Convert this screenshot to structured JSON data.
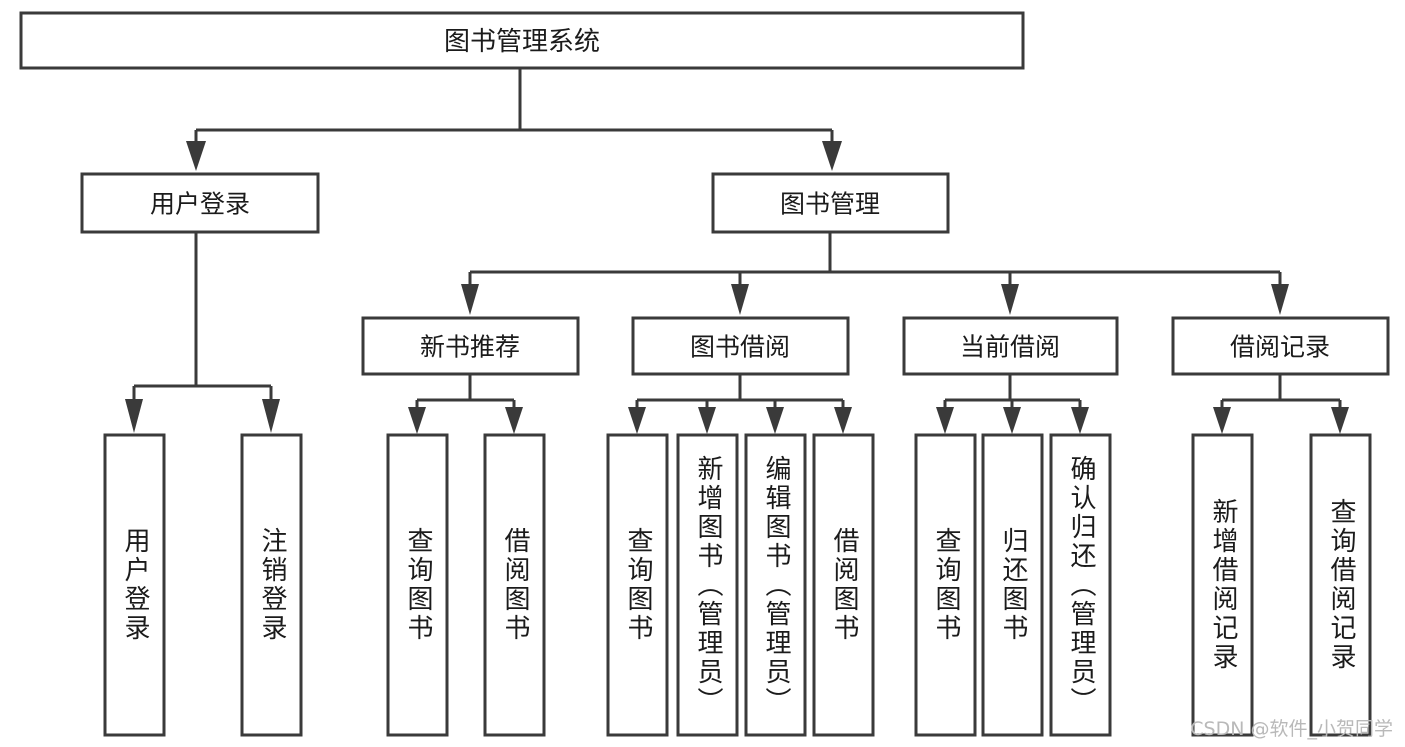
{
  "diagram": {
    "type": "tree-hierarchy-flowchart",
    "orientation": "top-down",
    "root": {
      "id": "root",
      "label": "图书管理系统",
      "text_direction": "horizontal"
    },
    "level2": [
      {
        "id": "user-login",
        "label": "用户登录",
        "text_direction": "horizontal"
      },
      {
        "id": "book-manage",
        "label": "图书管理",
        "text_direction": "horizontal"
      }
    ],
    "level3": [
      {
        "id": "new-book-recommend",
        "label": "新书推荐",
        "text_direction": "horizontal",
        "parent": "book-manage"
      },
      {
        "id": "book-borrow",
        "label": "图书借阅",
        "text_direction": "horizontal",
        "parent": "book-manage"
      },
      {
        "id": "current-borrow",
        "label": "当前借阅",
        "text_direction": "horizontal",
        "parent": "book-manage"
      },
      {
        "id": "borrow-record",
        "label": "借阅记录",
        "text_direction": "horizontal",
        "parent": "book-manage"
      }
    ],
    "leaves": [
      {
        "id": "leaf-user-login",
        "label": "用户登录",
        "parent": "user-login",
        "text_direction": "vertical"
      },
      {
        "id": "leaf-user-logout",
        "label": "注销登录",
        "parent": "user-login",
        "text_direction": "vertical"
      },
      {
        "id": "leaf-query-book-1",
        "label": "查询图书",
        "parent": "new-book-recommend",
        "text_direction": "vertical"
      },
      {
        "id": "leaf-borrow-book-1",
        "label": "借阅图书",
        "parent": "new-book-recommend",
        "text_direction": "vertical"
      },
      {
        "id": "leaf-query-book-2",
        "label": "查询图书",
        "parent": "book-borrow",
        "text_direction": "vertical"
      },
      {
        "id": "leaf-add-book",
        "label": "新增图书（管理员）",
        "parent": "book-borrow",
        "text_direction": "vertical"
      },
      {
        "id": "leaf-edit-book",
        "label": "编辑图书（管理员）",
        "parent": "book-borrow",
        "text_direction": "vertical"
      },
      {
        "id": "leaf-borrow-book-2",
        "label": "借阅图书",
        "parent": "book-borrow",
        "text_direction": "vertical"
      },
      {
        "id": "leaf-query-book-3",
        "label": "查询图书",
        "parent": "current-borrow",
        "text_direction": "vertical"
      },
      {
        "id": "leaf-return-book",
        "label": "归还图书",
        "parent": "current-borrow",
        "text_direction": "vertical"
      },
      {
        "id": "leaf-confirm-return",
        "label": "确认归还（管理员）",
        "parent": "current-borrow",
        "text_direction": "vertical"
      },
      {
        "id": "leaf-add-record",
        "label": "新增借阅记录",
        "parent": "borrow-record",
        "text_direction": "vertical"
      },
      {
        "id": "leaf-query-record",
        "label": "查询借阅记录",
        "parent": "borrow-record",
        "text_direction": "vertical"
      }
    ],
    "colors": {
      "box_stroke": "#3a3a3a",
      "box_fill": "#ffffff",
      "text": "#1b1b1b",
      "connector": "#3a3a3a",
      "background": "#ffffff",
      "watermark": "#b9b9b9"
    }
  },
  "watermark": {
    "text": "CSDN @软件_小贺同学"
  }
}
